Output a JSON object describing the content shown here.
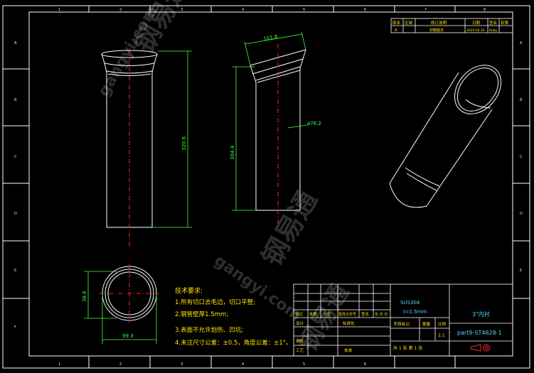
{
  "colors": {
    "background": "#000000",
    "line": "#ffffff",
    "dimension": "#44ff44",
    "text": "#ffe200",
    "centerline": "#ff2020",
    "label": "#4fd9ff"
  },
  "border": {
    "col_labels": [
      "1",
      "2",
      "3",
      "4",
      "5",
      "6",
      "7",
      "8"
    ],
    "row_labels": [
      "A",
      "B",
      "C",
      "D",
      "E",
      "F"
    ]
  },
  "revision_table": {
    "headers": [
      "版本",
      "区域",
      "修订说明",
      "日期",
      "签名",
      "权限"
    ],
    "row": [
      "A",
      "",
      "初稿版本",
      "2020.04.16",
      "Ruby",
      ""
    ]
  },
  "dimensions": {
    "top_width": "101.8",
    "height_left": "320.6",
    "height_right": "304.4",
    "diameter": "ø76.2",
    "end_height": "38.6",
    "end_width": "99.3"
  },
  "tech_req": {
    "title": "技术要求:",
    "items": [
      "1.所有切口去毛边，切口平整;",
      "2.钢管壁厚1.5mm;",
      "3.表面不允许划伤、凹坑;",
      "4.未注尺寸公差：±0.5，角度公差：±1°。"
    ]
  },
  "title_block": {
    "material": "SUS304",
    "thickness": "t=1.5mm",
    "part_title": "3\"内衬",
    "part_number": "part9-ST4628-1",
    "header_cells": [
      "标记",
      "处数",
      "分区",
      "更改文件号",
      "签名",
      "年.月.日"
    ],
    "left_rows": [
      "设计",
      "审核",
      "工艺"
    ],
    "std_label": "标准化",
    "approve_label": "批准",
    "stage_label": "阶段标记",
    "weight_label": "重量",
    "scale_label": "比例",
    "scale_value": "1:1",
    "sheets": "共  1  张     第  1  张"
  },
  "watermarks": [
    "钢易通",
    "gangyi.com",
    "钢易通",
    "gangyi.com",
    "钢易通"
  ]
}
